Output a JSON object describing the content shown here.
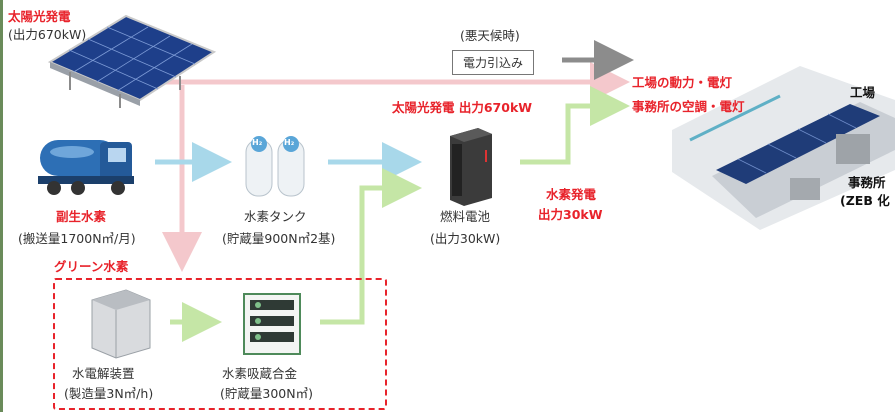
{
  "solar": {
    "title": "太陽光発電",
    "sub": "(出力670kW)"
  },
  "bad_weather": "(悪天候時)",
  "grid_box": "電力引込み",
  "solar_flow_label": "太陽光発電 出力670kW",
  "outputs": {
    "line1": "工場の動力・電灯",
    "line2": "事務所の空調・電灯"
  },
  "factory_label": "工場",
  "office_label": {
    "line1": "事務所",
    "line2": "(ZEB 化"
  },
  "byproduct": {
    "title": "副生水素",
    "sub": "(搬送量1700N㎥/月)"
  },
  "tank": {
    "title": "水素タンク",
    "sub": "(貯蔵量900N㎥2基)"
  },
  "tank_icon_labels": [
    "H₂",
    "H₂"
  ],
  "fuelcell": {
    "title": "燃料電池",
    "sub": "(出力30kW)"
  },
  "h2_gen": {
    "line1": "水素発電",
    "line2": "出力30kW"
  },
  "green_label": "グリーン水素",
  "electrolyzer": {
    "title": "水電解装置",
    "sub": "(製造量3N㎥/h)"
  },
  "alloy": {
    "title": "水素吸蔵合金",
    "sub": "(貯蔵量300N㎥)"
  },
  "colors": {
    "accent_red": "#e8232b",
    "pink_arrow": "#f4c8cc",
    "blue_arrow": "#a8d8ea",
    "green_arrow": "#c5e6a6",
    "gray_arrow": "#8c8c8c"
  }
}
